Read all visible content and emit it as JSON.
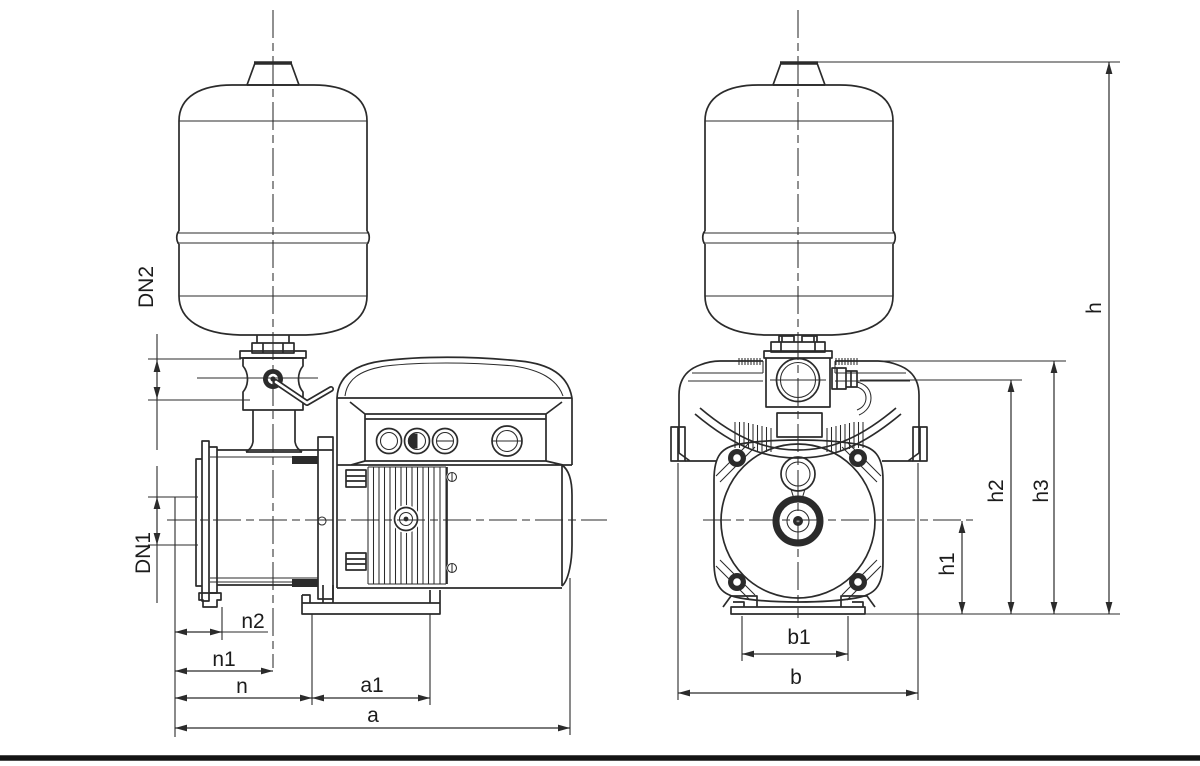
{
  "diagram": {
    "background": "#ffffff",
    "line_color": "#2b2b2b",
    "ground_line_color": "#141414",
    "dimension_labels": {
      "side_view": {
        "dn2": "DN2",
        "dn1": "DN1",
        "n2": "n2",
        "n1": "n1",
        "n": "n",
        "a1": "a1",
        "a": "a"
      },
      "front_view": {
        "b1": "b1",
        "b": "b",
        "h1": "h1",
        "h2": "h2",
        "h3": "h3",
        "h": "h"
      }
    }
  }
}
